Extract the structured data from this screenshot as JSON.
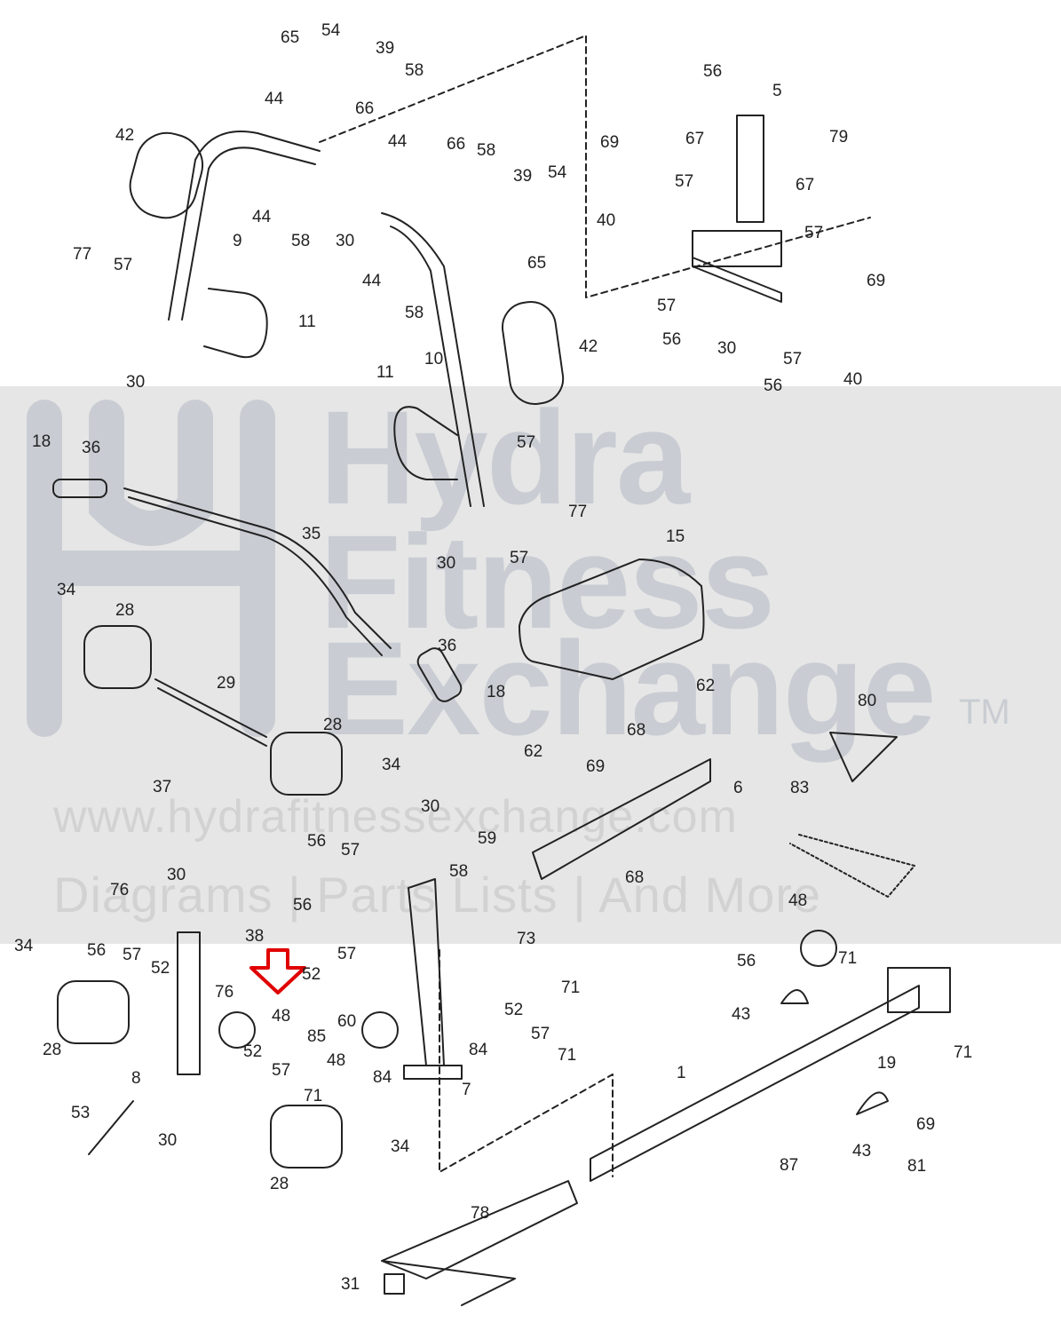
{
  "watermark": {
    "line1": "Hydra",
    "line2": "Fitness",
    "line3": "Exchange",
    "trademark": "TM",
    "url": "www.hydrafitnessexchange.com",
    "tagline": "Diagrams | Parts Lists | And More"
  },
  "colors": {
    "line": "#222222",
    "band": "#e6e6e6",
    "watermark": "#c9cdd3",
    "arrow": "#e00000"
  },
  "part_labels": [
    "65",
    "54",
    "39",
    "58",
    "44",
    "66",
    "42",
    "9",
    "44",
    "58",
    "30",
    "44",
    "66",
    "58",
    "39",
    "54",
    "65",
    "77",
    "57",
    "11",
    "30",
    "44",
    "58",
    "10",
    "42",
    "56",
    "5",
    "79",
    "69",
    "67",
    "57",
    "67",
    "40",
    "57",
    "69",
    "57",
    "56",
    "30",
    "57",
    "56",
    "40",
    "18",
    "36",
    "11",
    "57",
    "77",
    "30",
    "57",
    "35",
    "15",
    "34",
    "28",
    "29",
    "36",
    "18",
    "62",
    "62",
    "28",
    "34",
    "37",
    "68",
    "6",
    "80",
    "30",
    "69",
    "56",
    "57",
    "59",
    "58",
    "68",
    "83",
    "76",
    "30",
    "38",
    "56",
    "57",
    "52",
    "34",
    "56",
    "57",
    "52",
    "76",
    "48",
    "85",
    "60",
    "48",
    "73",
    "71",
    "52",
    "57",
    "71",
    "84",
    "84",
    "7",
    "48",
    "56",
    "43",
    "71",
    "19",
    "71",
    "28",
    "52",
    "57",
    "71",
    "8",
    "53",
    "30",
    "28",
    "34",
    "1",
    "69",
    "43",
    "81",
    "87",
    "78",
    "31"
  ]
}
